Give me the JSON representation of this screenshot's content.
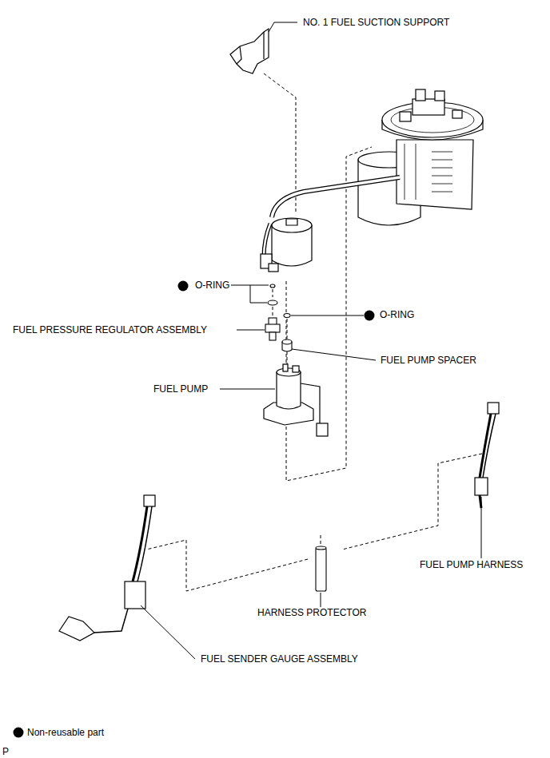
{
  "diagram": {
    "labels": [
      "NO. 1 FUEL SUCTION SUPPORT",
      "O-RING",
      "O-RING",
      "FUEL PRESSURE REGULATOR ASSEMBLY",
      "FUEL PUMP SPACER",
      "FUEL PUMP",
      "FUEL PUMP HARNESS",
      "HARNESS PROTECTOR",
      "FUEL SENDER GAUGE ASSEMBLY",
      "P"
    ],
    "legend": [
      {
        "text": "Non-reusable part"
      }
    ]
  }
}
